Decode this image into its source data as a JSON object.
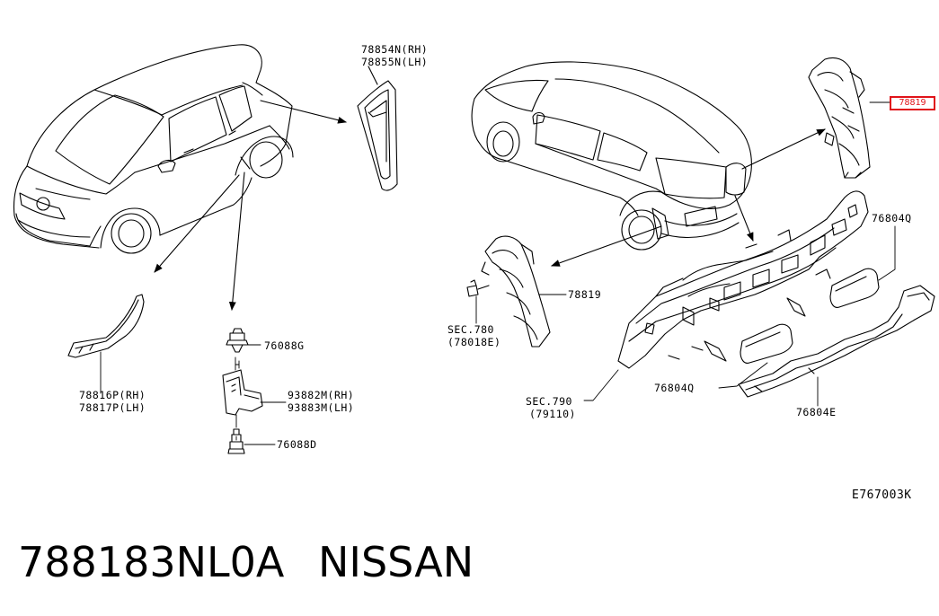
{
  "labels": {
    "p78854": [
      "78854N(RH)",
      "78855N(LH)"
    ],
    "p78816": [
      "78816P(RH)",
      "78817P(LH)"
    ],
    "p76088g": "76088G",
    "p93882": [
      "93882M(RH)",
      "93883M(LH)"
    ],
    "p76088d": "76088D",
    "p78819_highlight": "78819",
    "p78819": "78819",
    "sec780": [
      "SEC.780",
      "(78018E)"
    ],
    "sec790": [
      "SEC.790",
      "(79110)"
    ],
    "p76804q_a": "76804Q",
    "p76804q_b": "76804Q",
    "p76804e": "76804E",
    "diagram_code": "E767003K"
  },
  "footer": {
    "part_number": "788183NL0A",
    "brand": "NISSAN"
  },
  "colors": {
    "line": "#000000",
    "highlight": "#e0141a",
    "background": "#ffffff"
  }
}
